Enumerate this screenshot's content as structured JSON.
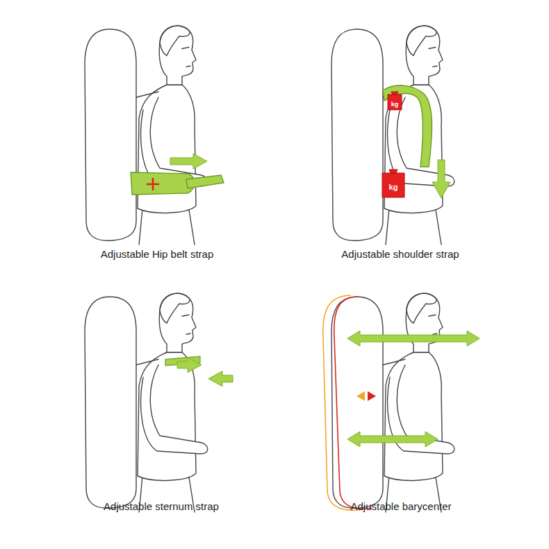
{
  "diagram": {
    "labels": [
      "Adjustable Hip belt strap",
      "kg",
      "kg",
      "Adjustable shoulder strap",
      "Adjustable sternum strap",
      "Adjustable barycenter"
    ]
  }
}
